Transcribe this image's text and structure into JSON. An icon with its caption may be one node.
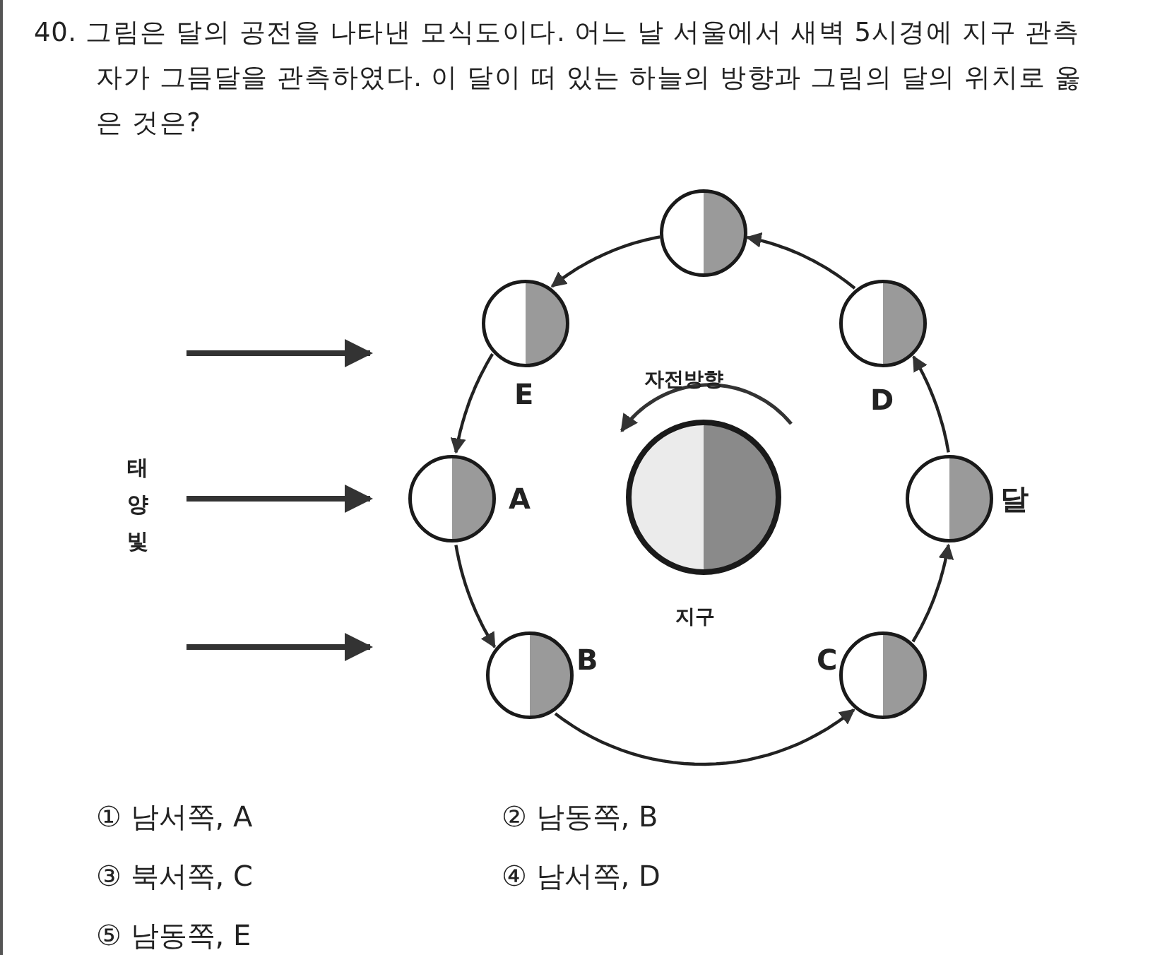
{
  "diagram": {
    "title": "40. 그림은 달의 공전을 나타낸 모식도이다. 어느 날 서울에서 새벽 5시경에 지구 관측자가 그믐달을 관측하였다. 이 달이 떠 있는 하늘의 방향과 그림의 달의 위치로 옳은 것은?",
    "nodes": [
      {
        "text": [],
        "shape": "circle"
      },
      {
        "text": [],
        "shape": "circle",
        "beside": [
          "E"
        ]
      },
      {
        "text": [],
        "shape": "circle",
        "beside": [
          "D"
        ]
      },
      {
        "text": [],
        "shape": "circle",
        "beside": [
          "지구"
        ]
      },
      {
        "text": [],
        "shape": "circle",
        "beside": [
          "A"
        ]
      },
      {
        "text": [],
        "shape": "circle",
        "beside": [
          "달"
        ]
      },
      {
        "text": [],
        "shape": "circle",
        "beside": [
          "B"
        ]
      },
      {
        "text": [],
        "shape": "circle",
        "beside": [
          "C"
        ]
      }
    ],
    "edges": [
      {
        "from": 5,
        "to": 2,
        "arrow": "to"
      },
      {
        "from": 2,
        "to": 0,
        "arrow": "to"
      },
      {
        "from": 0,
        "to": 1,
        "arrow": "to"
      },
      {
        "from": 1,
        "to": 4,
        "arrow": "to"
      },
      {
        "from": 4,
        "to": 6,
        "arrow": "to"
      },
      {
        "from": 6,
        "to": 7,
        "arrow": "to"
      },
      {
        "from": 7,
        "to": 5,
        "arrow": "to"
      }
    ],
    "labels": [
      "자전방향",
      "태양빛",
      "① 남서쪽, A",
      "② 남동쪽, B",
      "③ 북서쪽, C",
      "④ 남서쪽, D",
      "⑤ 남동쪽, E"
    ]
  }
}
